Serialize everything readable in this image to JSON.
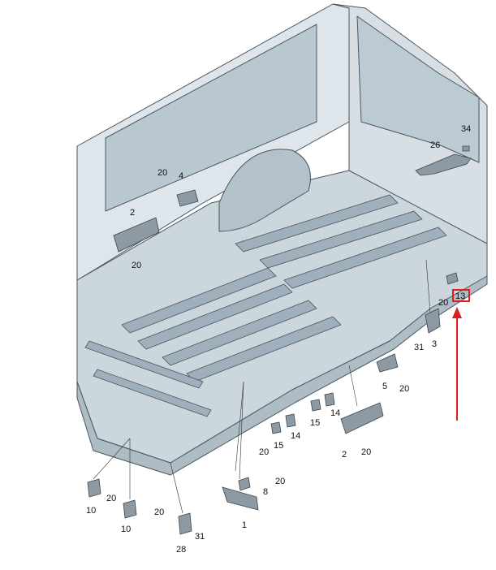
{
  "diagram": {
    "colors": {
      "body_fill": "#c9d3da",
      "body_dark": "#9fb0bc",
      "line": "#4a5560",
      "part_fill": "#8d9aa4",
      "highlight": "#e21b1b",
      "arrow": "#e21b1b"
    },
    "callouts": [
      {
        "id": "c34",
        "text": "34"
      },
      {
        "id": "c26",
        "text": "26"
      },
      {
        "id": "c20a",
        "text": "20"
      },
      {
        "id": "c4",
        "text": "4"
      },
      {
        "id": "c2a",
        "text": "2"
      },
      {
        "id": "c20b",
        "text": "20"
      },
      {
        "id": "c13",
        "text": "13",
        "highlighted": true
      },
      {
        "id": "c20c",
        "text": "20"
      },
      {
        "id": "c31a",
        "text": "31"
      },
      {
        "id": "c3",
        "text": "3"
      },
      {
        "id": "c5",
        "text": "5"
      },
      {
        "id": "c20d",
        "text": "20"
      },
      {
        "id": "c14a",
        "text": "14"
      },
      {
        "id": "c15a",
        "text": "15"
      },
      {
        "id": "c14b",
        "text": "14"
      },
      {
        "id": "c15b",
        "text": "15"
      },
      {
        "id": "c20e",
        "text": "20"
      },
      {
        "id": "c2b",
        "text": "2"
      },
      {
        "id": "c20f",
        "text": "20"
      },
      {
        "id": "c20g",
        "text": "20"
      },
      {
        "id": "c8",
        "text": "8"
      },
      {
        "id": "c1",
        "text": "1"
      },
      {
        "id": "c10a",
        "text": "10"
      },
      {
        "id": "c20h",
        "text": "20"
      },
      {
        "id": "c10b",
        "text": "10"
      },
      {
        "id": "c20i",
        "text": "20"
      },
      {
        "id": "c31b",
        "text": "31"
      },
      {
        "id": "c28",
        "text": "28"
      }
    ]
  }
}
